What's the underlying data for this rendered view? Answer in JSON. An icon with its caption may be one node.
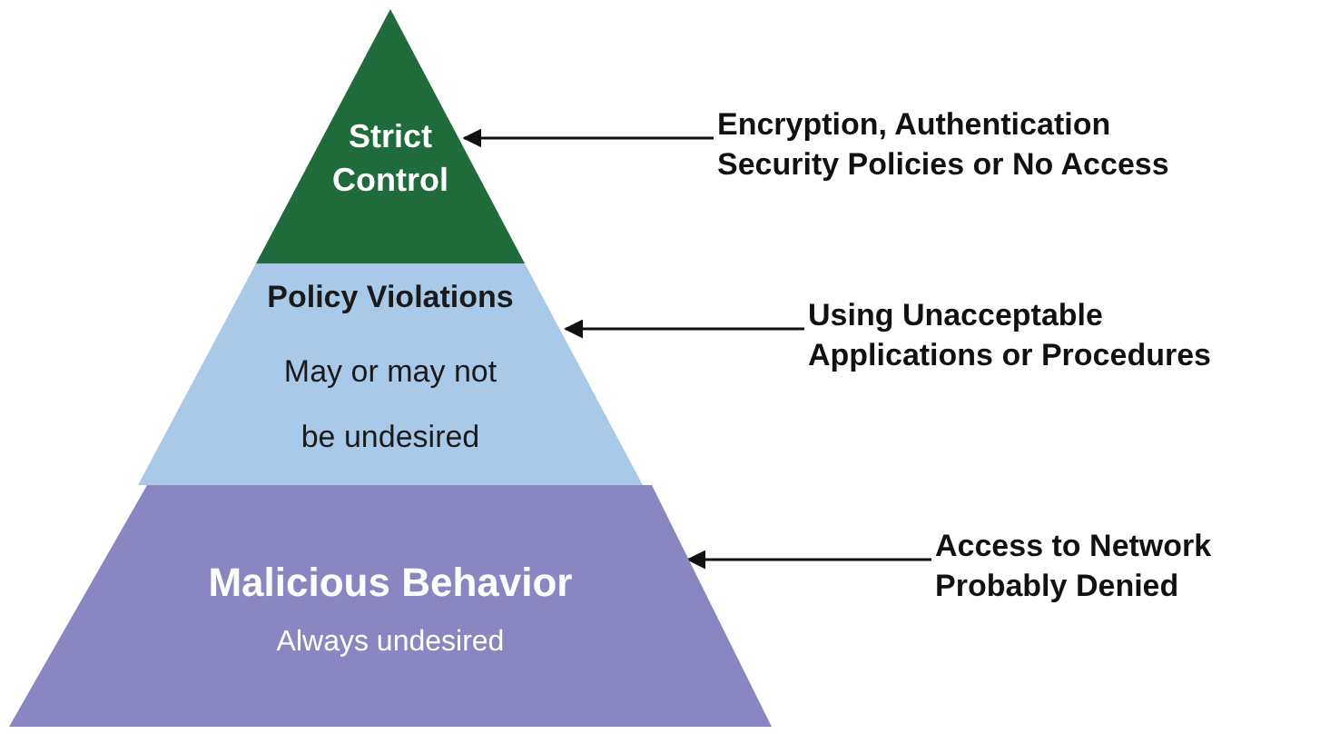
{
  "diagram": {
    "nodes": [
      {
        "text": [
          "Strict Control"
        ]
      },
      {
        "text": [
          "Policy Violations",
          "May or may not be undesired"
        ]
      },
      {
        "text": [
          "Malicious Behavior",
          "Always undesired"
        ]
      },
      {
        "text": [
          "Encryption, Authentication Security Policies or No Access"
        ]
      },
      {
        "text": [
          "Using Unacceptable Applications or Procedures"
        ]
      },
      {
        "text": [
          "Access to Network Probably Denied"
        ]
      }
    ],
    "edges": [
      {
        "from": 3,
        "to": 0,
        "arrow": "to"
      },
      {
        "from": 4,
        "to": 1,
        "arrow": "to"
      },
      {
        "from": 5,
        "to": 2,
        "arrow": "to"
      }
    ]
  }
}
